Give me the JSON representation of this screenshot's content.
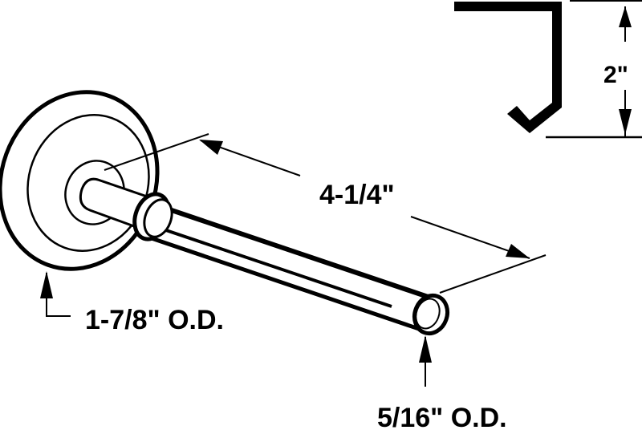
{
  "diagram": {
    "colors": {
      "ink": "#000000",
      "background": "#ffffff"
    },
    "labels": {
      "track_height": "2\"",
      "shaft_length": "4-1/4\"",
      "wheel_diameter": "1-7/8\" O.D.",
      "shaft_diameter": "5/16\" O.D."
    },
    "parts": [
      "track-profile",
      "roller-wheel",
      "bearing-collar",
      "roller-shaft"
    ]
  }
}
